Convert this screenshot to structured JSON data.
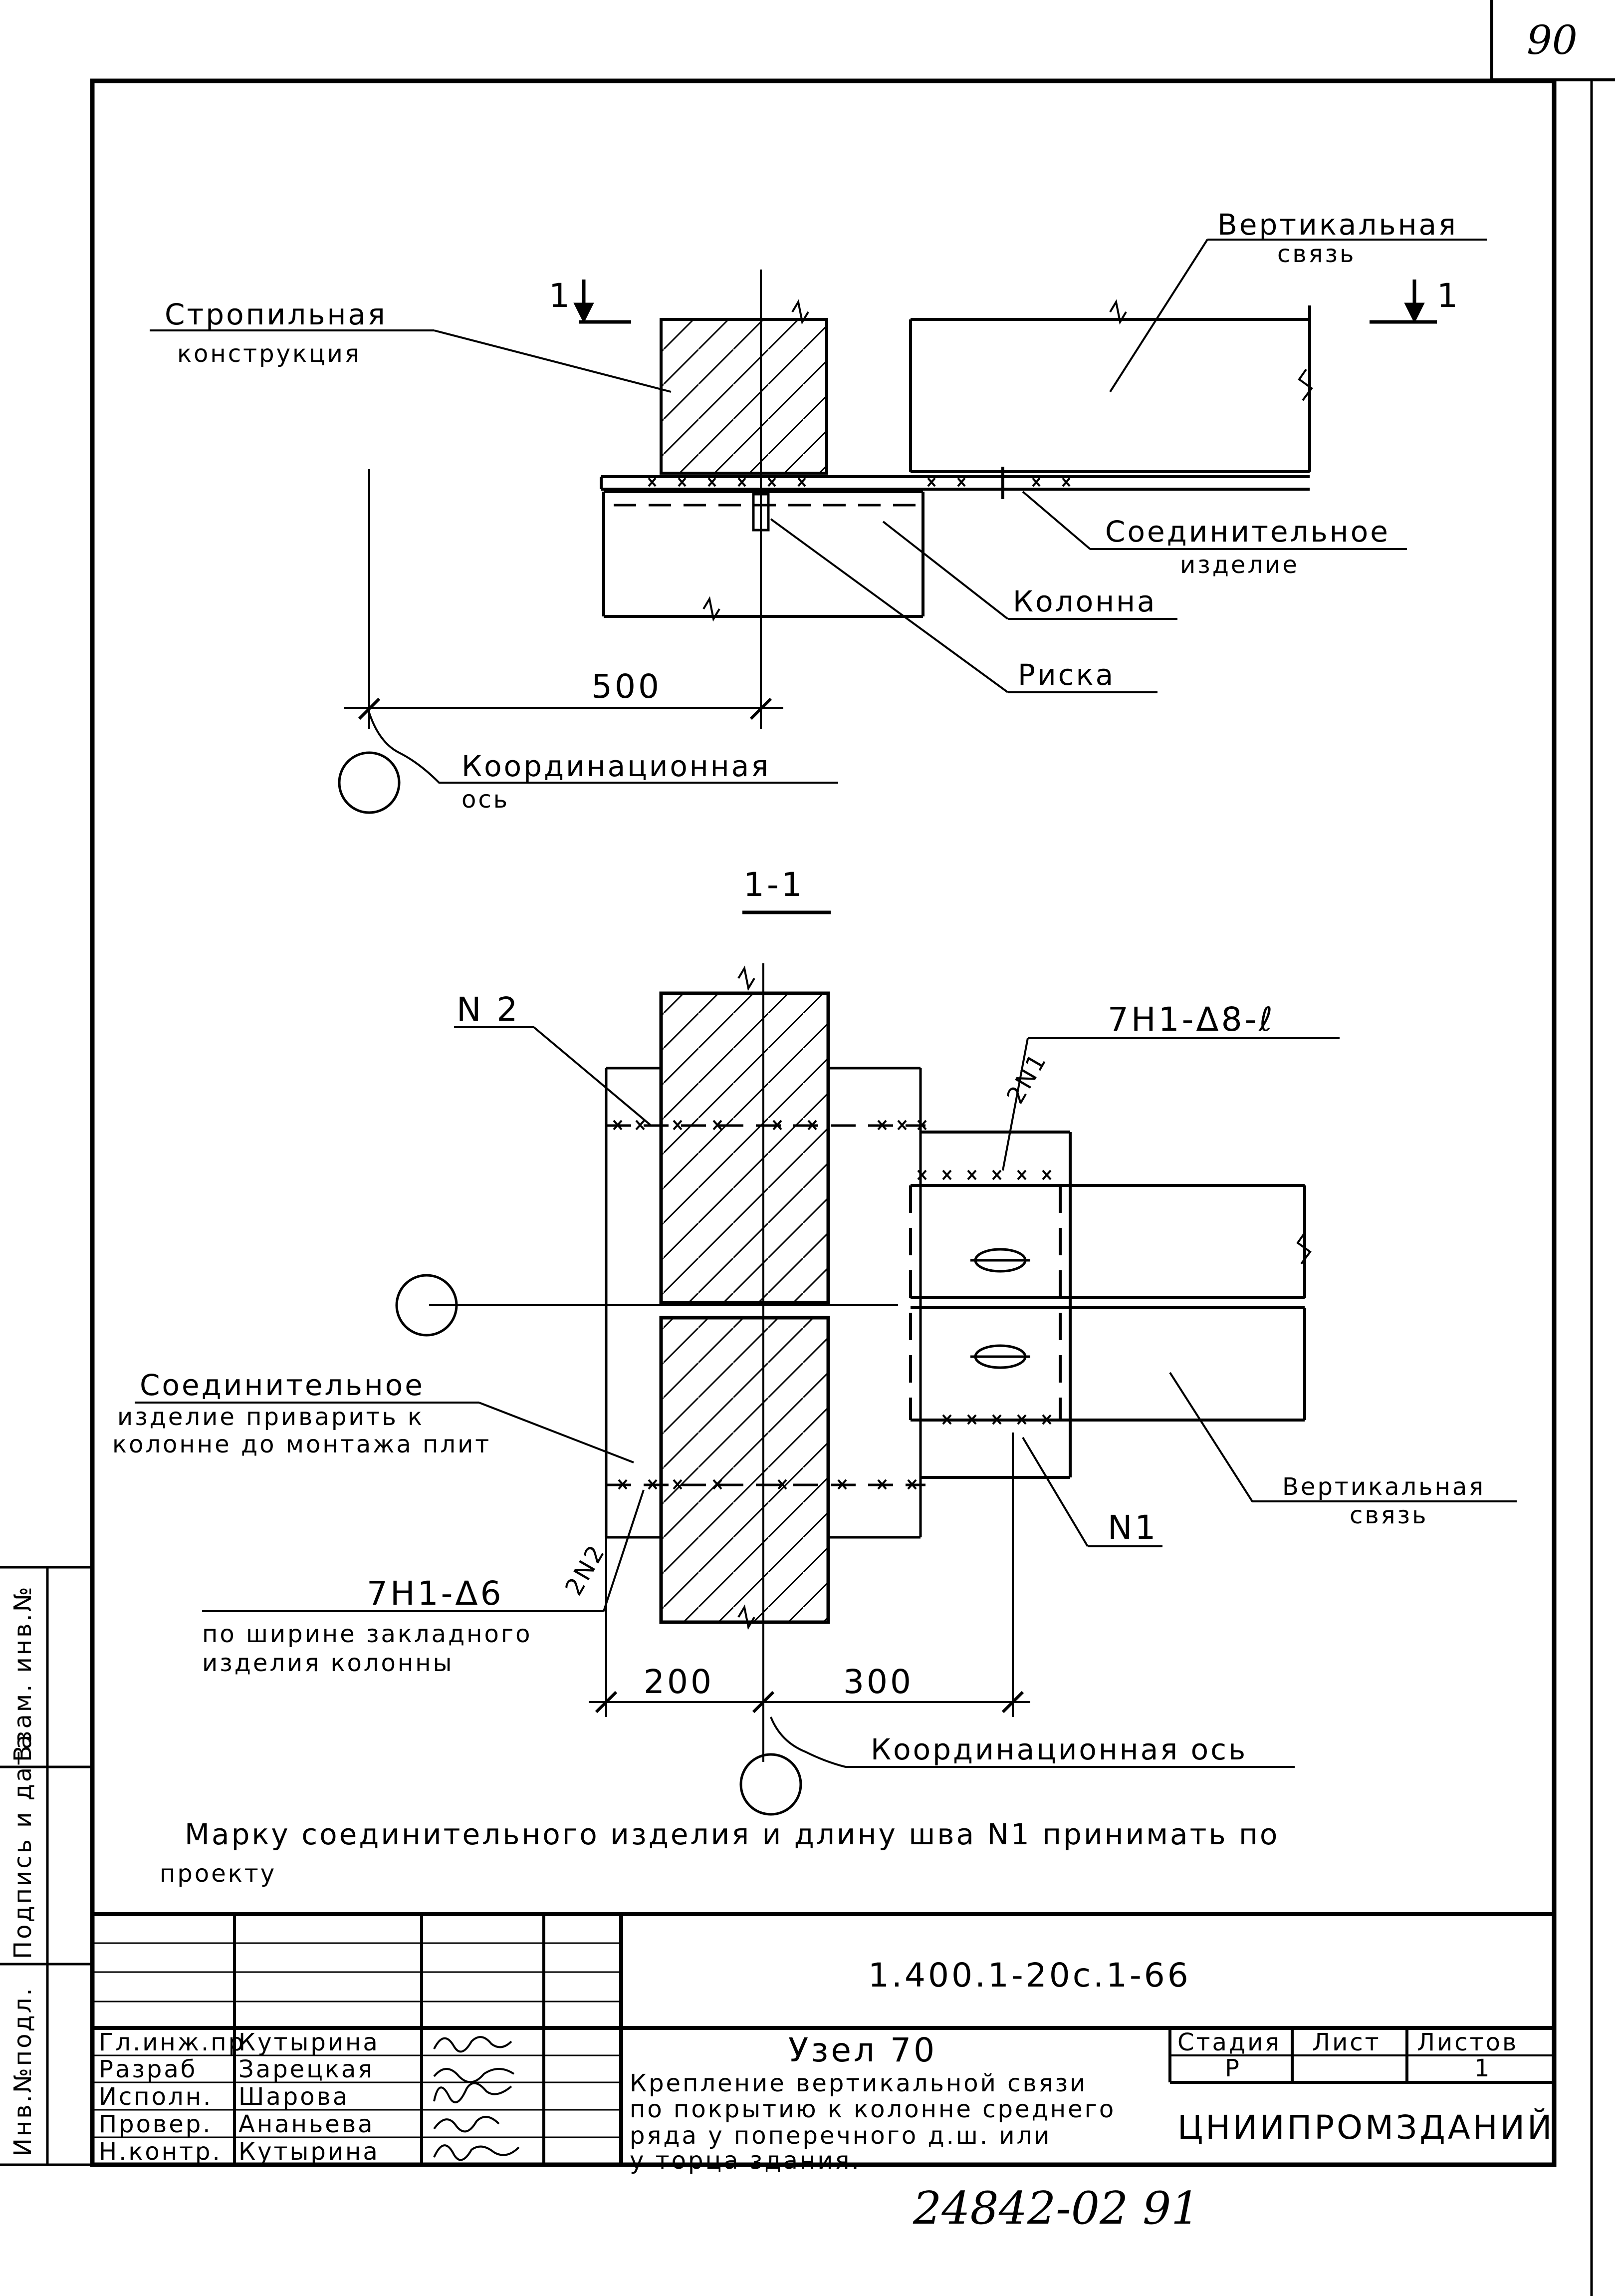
{
  "sheet": {
    "page_number": "90",
    "bottom_number": "24842-02",
    "bottom_number_extra": "91"
  },
  "elevation": {
    "section_mark": "1",
    "rafter_label_1": "Стропильная",
    "rafter_label_2": "конструкция",
    "vbrace_label_1": "Вертикальная",
    "vbrace_label_2": "связь",
    "connector_label_1": "Соединительное",
    "connector_label_2": "изделие",
    "column_label": "Колонна",
    "risk_label": "Риска",
    "dim_500": "500",
    "axis_label_1": "Координационная",
    "axis_label_2": "ось"
  },
  "section": {
    "title": "1-1",
    "n2": "N 2",
    "weld_top_right": "7Н1-Δ8-ℓ",
    "two_n1": "2N1",
    "connector_note_1": "Соединительное",
    "connector_note_2": "изделие приварить к",
    "connector_note_3": "колонне до монтажа плит",
    "vbrace_label_1": "Вертикальная",
    "vbrace_label_2": "связь",
    "n1": "N1",
    "weld_left": "7Н1-Δ6",
    "two_n2": "2N2",
    "weld_note_1": "по ширине закладного",
    "weld_note_2": "изделия колонны",
    "dim_200": "200",
    "dim_300": "300",
    "axis_label": "Координационная ось"
  },
  "note": {
    "line_1": "Марку соединительного изделия и длину шва N1 принимать по",
    "line_2": "проекту"
  },
  "side_stamp": {
    "inv_podl": "Инв.№подл.",
    "podpis": "Подпись и дата",
    "vzam": "Взам. инв.№"
  },
  "title_block": {
    "code": "1.400.1-20с.1-66",
    "node_title": "Узел 70",
    "desc_1": "Крепление вертикальной связи",
    "desc_2": "по покрытию к колонне среднего",
    "desc_3": "ряда у поперечного д.ш. или",
    "desc_4": "у торца здания.",
    "h_stage": "Стадия",
    "h_sheet": "Лист",
    "h_sheets": "Листов",
    "stage": "Р",
    "sheets": "1",
    "org": "ЦНИИПРОМЗДАНИЙ",
    "roles": [
      {
        "role": "Гл.инж.пр",
        "name": "Кутырина"
      },
      {
        "role": "Разраб",
        "name": "Зарецкая"
      },
      {
        "role": "Исполн.",
        "name": "Шарова"
      },
      {
        "role": "Провер.",
        "name": "Ананьева"
      },
      {
        "role": "Н.контр.",
        "name": "Кутырина"
      }
    ]
  }
}
